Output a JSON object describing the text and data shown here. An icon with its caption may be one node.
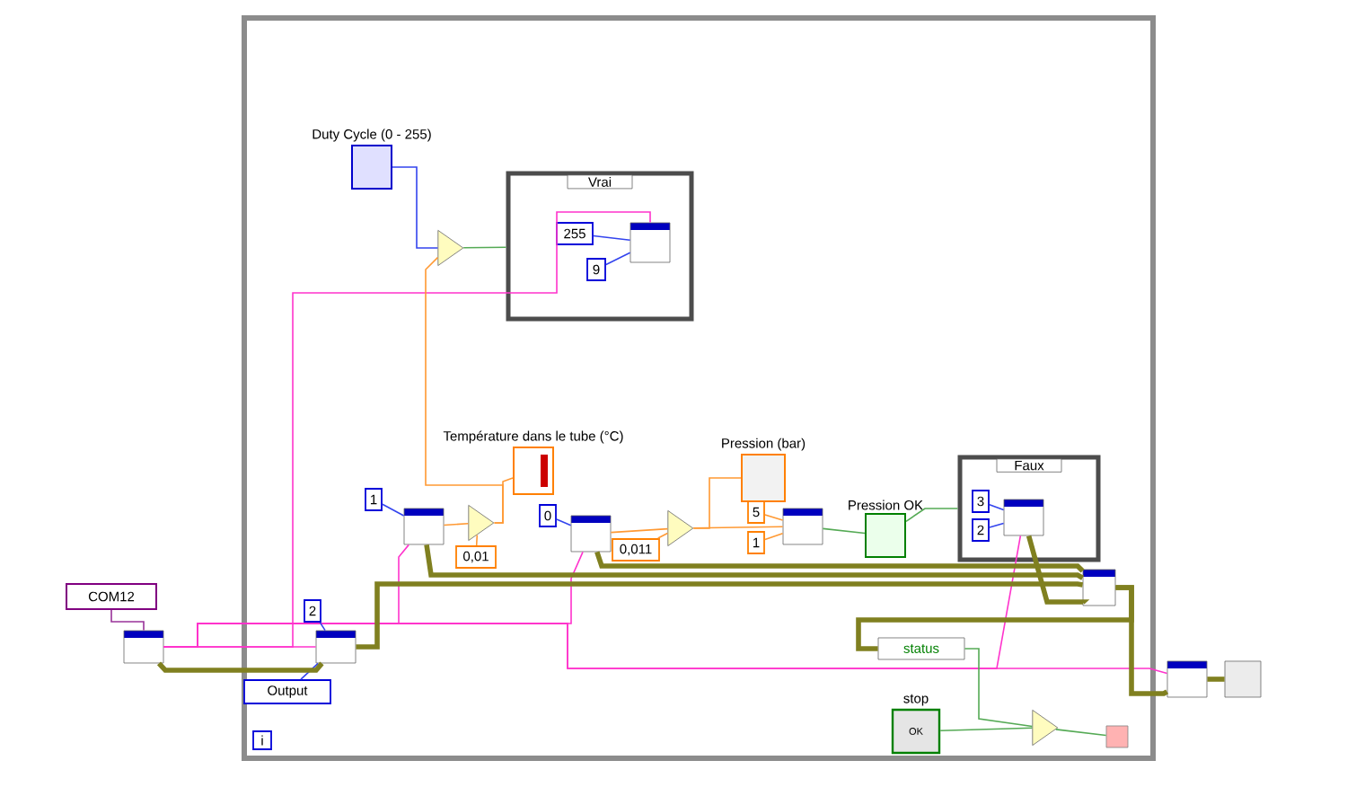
{
  "diagram": {
    "nodes": [
      {
        "text": [],
        "shape": "box"
      },
      {
        "text": [
          "Duty Cycle (0 - 255)"
        ],
        "in": 0
      },
      {
        "text": [],
        "shape": "triangle",
        "in": 0
      },
      {
        "text": [
          "Vrai"
        ],
        "in": 0
      },
      {
        "text": [
          "255"
        ],
        "in": 3
      },
      {
        "text": [
          "9"
        ],
        "in": 3
      },
      {
        "text": [],
        "shape": "box",
        "in": 3
      },
      {
        "text": [
          "1"
        ],
        "in": 0
      },
      {
        "text": [],
        "shape": "box",
        "in": 0
      },
      {
        "text": [],
        "shape": "triangle",
        "in": 0
      },
      {
        "text": [
          "0,01"
        ],
        "in": 0
      },
      {
        "text": [
          "Température dans le tube (°C)"
        ],
        "in": 0
      },
      {
        "text": [
          "0"
        ],
        "in": 0
      },
      {
        "text": [],
        "shape": "box",
        "in": 0
      },
      {
        "text": [],
        "shape": "triangle",
        "in": 0
      },
      {
        "text": [
          "0,011"
        ],
        "in": 0
      },
      {
        "text": [
          "Pression (bar)"
        ],
        "in": 0
      },
      {
        "text": [
          "5"
        ],
        "in": 0
      },
      {
        "text": [
          "1"
        ],
        "in": 0
      },
      {
        "text": [],
        "shape": "box",
        "in": 0
      },
      {
        "text": [
          "Pression OK"
        ],
        "in": 0
      },
      {
        "text": [
          "Faux"
        ],
        "in": 0
      },
      {
        "text": [
          "3"
        ],
        "in": 21
      },
      {
        "text": [
          "2"
        ],
        "in": 21
      },
      {
        "text": [],
        "shape": "box",
        "in": 21
      },
      {
        "text": [],
        "shape": "box",
        "in": 0
      },
      {
        "text": [
          "COM12"
        ]
      },
      {
        "text": [],
        "shape": "box"
      },
      {
        "text": [
          "2"
        ],
        "in": 0
      },
      {
        "text": [],
        "shape": "box",
        "in": 0
      },
      {
        "text": [
          "Output"
        ],
        "in": 0
      },
      {
        "text": [
          "status"
        ],
        "in": 0
      },
      {
        "text": [
          "stop",
          "OK"
        ],
        "in": 0
      },
      {
        "text": [],
        "shape": "triangle",
        "in": 0
      },
      {
        "text": [],
        "shape": "box",
        "in": 0
      },
      {
        "text": [],
        "shape": "box"
      },
      {
        "text": [],
        "shape": "box"
      },
      {
        "text": [
          "i"
        ],
        "in": 0
      }
    ],
    "edges": [
      {
        "from": 1,
        "to": 2,
        "arrow": "none",
        "color": "#3344ee"
      },
      {
        "from": 2,
        "to": 3,
        "arrow": "none",
        "color": "#55aa55"
      },
      {
        "from": 4,
        "to": 6,
        "arrow": "none",
        "color": "#3344ee"
      },
      {
        "from": 5,
        "to": 6,
        "arrow": "none",
        "color": "#3344ee"
      },
      {
        "from": 26,
        "to": 27,
        "arrow": "none",
        "color": "#993399"
      },
      {
        "from": 27,
        "to": 29,
        "arrow": "none",
        "color": "#ff33cc"
      },
      {
        "from": 27,
        "to": 6,
        "arrow": "none",
        "color": "#ff33cc"
      },
      {
        "from": 27,
        "to": 8,
        "arrow": "none",
        "color": "#ff33cc"
      },
      {
        "from": 27,
        "to": 13,
        "arrow": "none",
        "color": "#ff33cc"
      },
      {
        "from": 27,
        "to": 24,
        "arrow": "none",
        "color": "#ff33cc"
      },
      {
        "from": 27,
        "to": 35,
        "arrow": "none",
        "color": "#ff33cc"
      },
      {
        "from": 7,
        "to": 8,
        "arrow": "none",
        "color": "#3344ee"
      },
      {
        "from": 8,
        "to": 9,
        "arrow": "none"
      },
      {
        "from": 10,
        "to": 9,
        "arrow": "none"
      },
      {
        "from": 9,
        "to": 11,
        "arrow": "none"
      },
      {
        "from": 9,
        "to": 2,
        "arrow": "none"
      },
      {
        "from": 12,
        "to": 13,
        "arrow": "none",
        "color": "#3344ee"
      },
      {
        "from": 13,
        "to": 14,
        "arrow": "none"
      },
      {
        "from": 15,
        "to": 14,
        "arrow": "none"
      },
      {
        "from": 14,
        "to": 16,
        "arrow": "none"
      },
      {
        "from": 14,
        "to": 19,
        "arrow": "none"
      },
      {
        "from": 17,
        "to": 19,
        "arrow": "none"
      },
      {
        "from": 18,
        "to": 19,
        "arrow": "none"
      },
      {
        "from": 19,
        "to": 20,
        "arrow": "none",
        "color": "#55aa55"
      },
      {
        "from": 20,
        "to": 21,
        "arrow": "none",
        "color": "#55aa55"
      },
      {
        "from": 22,
        "to": 24,
        "arrow": "none",
        "color": "#3344ee"
      },
      {
        "from": 23,
        "to": 24,
        "arrow": "none",
        "color": "#3344ee"
      },
      {
        "from": 28,
        "to": 29,
        "arrow": "none",
        "color": "#3344ee"
      },
      {
        "from": 30,
        "to": 29,
        "arrow": "none",
        "color": "#3344ee"
      },
      {
        "from": 27,
        "to": 29,
        "arrow": "none",
        "style": "thick",
        "color": "#808020"
      },
      {
        "from": 29,
        "to": 25,
        "arrow": "none",
        "style": "thick",
        "color": "#808020"
      },
      {
        "from": 8,
        "to": 25,
        "arrow": "none",
        "style": "thick",
        "color": "#808020"
      },
      {
        "from": 13,
        "to": 25,
        "arrow": "none",
        "style": "thick",
        "color": "#808020"
      },
      {
        "from": 24,
        "to": 25,
        "arrow": "none",
        "style": "thick",
        "color": "#808020"
      },
      {
        "from": 25,
        "to": 31,
        "arrow": "none",
        "style": "thick",
        "color": "#808020"
      },
      {
        "from": 25,
        "to": 35,
        "arrow": "none",
        "style": "thick",
        "color": "#808020"
      },
      {
        "from": 35,
        "to": 36,
        "arrow": "none",
        "style": "thick",
        "color": "#808020"
      },
      {
        "from": 31,
        "to": 33,
        "arrow": "none",
        "color": "#55aa55"
      },
      {
        "from": 32,
        "to": 33,
        "arrow": "none",
        "color": "#55aa55"
      },
      {
        "from": 33,
        "to": 34,
        "arrow": "none",
        "color": "#55aa55"
      }
    ]
  }
}
